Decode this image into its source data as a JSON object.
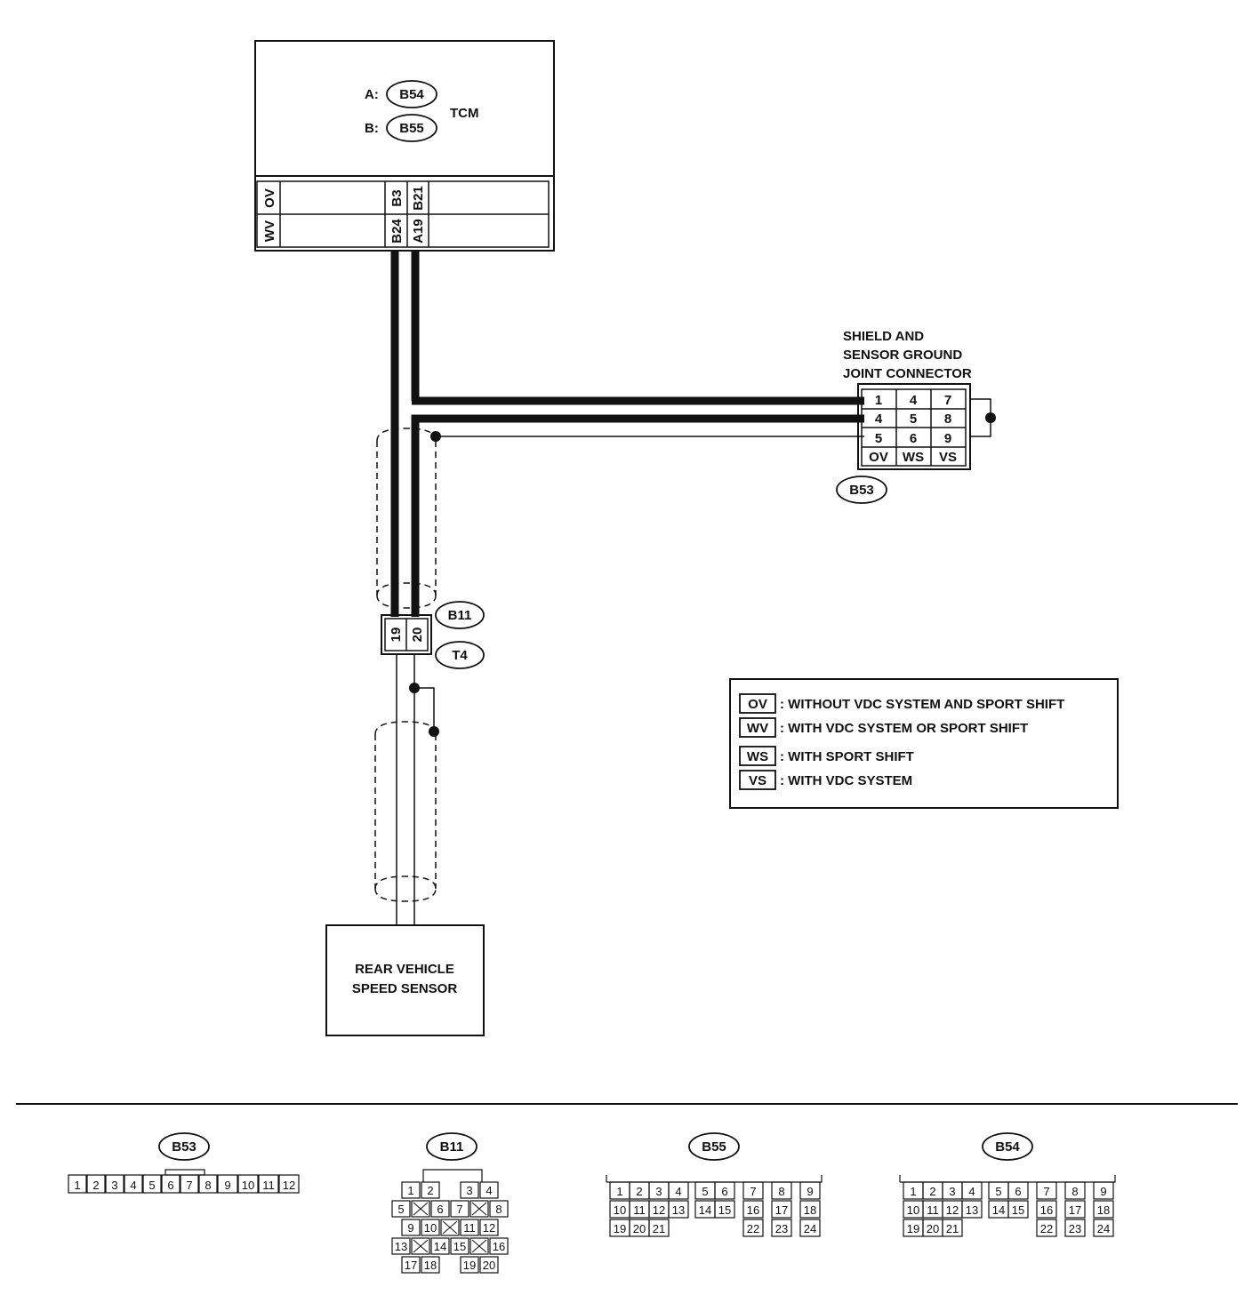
{
  "tcm": {
    "name": "TCM",
    "conn_a_prefix": "A:",
    "conn_a": "B54",
    "conn_b_prefix": "B:",
    "conn_b": "B55",
    "pins_top": [
      "OV",
      "B3",
      "B21"
    ],
    "pins_bottom": [
      "WV",
      "B24",
      "A19"
    ]
  },
  "joint_connector": {
    "title_lines": [
      "SHIELD AND",
      "SENSOR GROUND",
      "JOINT CONNECTOR"
    ],
    "rows": [
      [
        "1",
        "4",
        "7"
      ],
      [
        "4",
        "5",
        "8"
      ],
      [
        "5",
        "6",
        "9"
      ],
      [
        "OV",
        "WS",
        "VS"
      ]
    ],
    "id": "B53"
  },
  "junction": {
    "upper_id": "B11",
    "lower_id": "T4",
    "pins": [
      "19",
      "20"
    ]
  },
  "sensor": {
    "lines": [
      "REAR VEHICLE",
      "SPEED SENSOR"
    ]
  },
  "legend": [
    {
      "code": "OV",
      "text": ": WITHOUT VDC SYSTEM AND SPORT SHIFT"
    },
    {
      "code": "WV",
      "text": ": WITH VDC SYSTEM OR SPORT SHIFT"
    },
    {
      "code": "WS",
      "text": ": WITH SPORT SHIFT"
    },
    {
      "code": "VS",
      "text": ": WITH VDC SYSTEM"
    }
  ],
  "connector_views": {
    "b53": {
      "label": "B53",
      "pins": [
        "1",
        "2",
        "3",
        "4",
        "5",
        "6",
        "7",
        "8",
        "9",
        "10",
        "11",
        "12"
      ]
    },
    "b11": {
      "label": "B11",
      "pins": [
        "1",
        "2",
        "3",
        "4",
        "5",
        "6",
        "7",
        "8",
        "9",
        "10",
        "11",
        "12",
        "13",
        "14",
        "15",
        "16",
        "17",
        "18",
        "19",
        "20"
      ]
    },
    "b55": {
      "label": "B55",
      "pins": [
        "1",
        "2",
        "3",
        "4",
        "5",
        "6",
        "7",
        "8",
        "9",
        "10",
        "11",
        "12",
        "13",
        "14",
        "15",
        "16",
        "17",
        "18",
        "19",
        "20",
        "21",
        "22",
        "23",
        "24"
      ]
    },
    "b54": {
      "label": "B54",
      "pins": [
        "1",
        "2",
        "3",
        "4",
        "5",
        "6",
        "7",
        "8",
        "9",
        "10",
        "11",
        "12",
        "13",
        "14",
        "15",
        "16",
        "17",
        "18",
        "19",
        "20",
        "21",
        "22",
        "23",
        "24"
      ]
    }
  },
  "colors": {
    "line": "#111111",
    "background": "#ffffff"
  }
}
